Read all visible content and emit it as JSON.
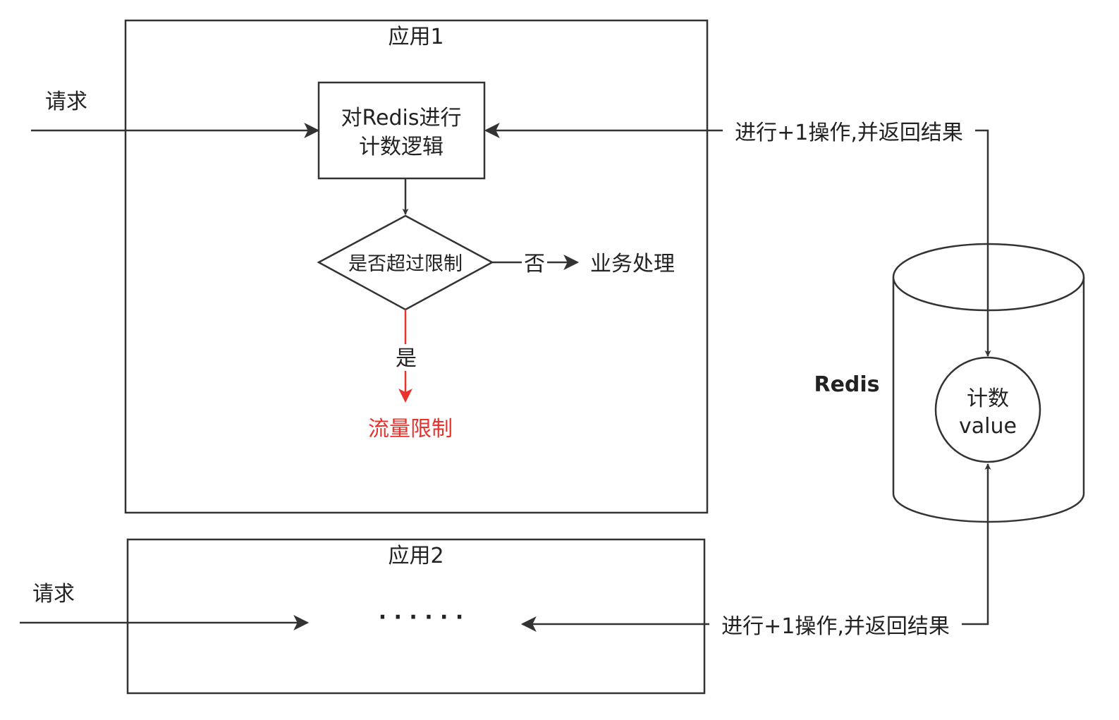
{
  "app1": {
    "title": "应用1",
    "request_label": "请求",
    "process_box": {
      "line1": "对Redis进行",
      "line2": "计数逻辑"
    },
    "decision": "是否超过限制",
    "no_label": "否",
    "business_label": "业务处理",
    "yes_label": "是",
    "limit_label": "流量限制"
  },
  "app2": {
    "title": "应用2",
    "request_label": "请求",
    "ellipsis": "· · · · · ·"
  },
  "redis": {
    "label": "Redis",
    "node_line1": "计数",
    "node_line2": "value"
  },
  "edges": {
    "increment_label_top": "进行+1操作,并返回结果",
    "increment_label_bottom": "进行+1操作,并返回结果"
  },
  "colors": {
    "stroke": "#333333",
    "text": "#222222",
    "limit_red": "#e8322b"
  }
}
